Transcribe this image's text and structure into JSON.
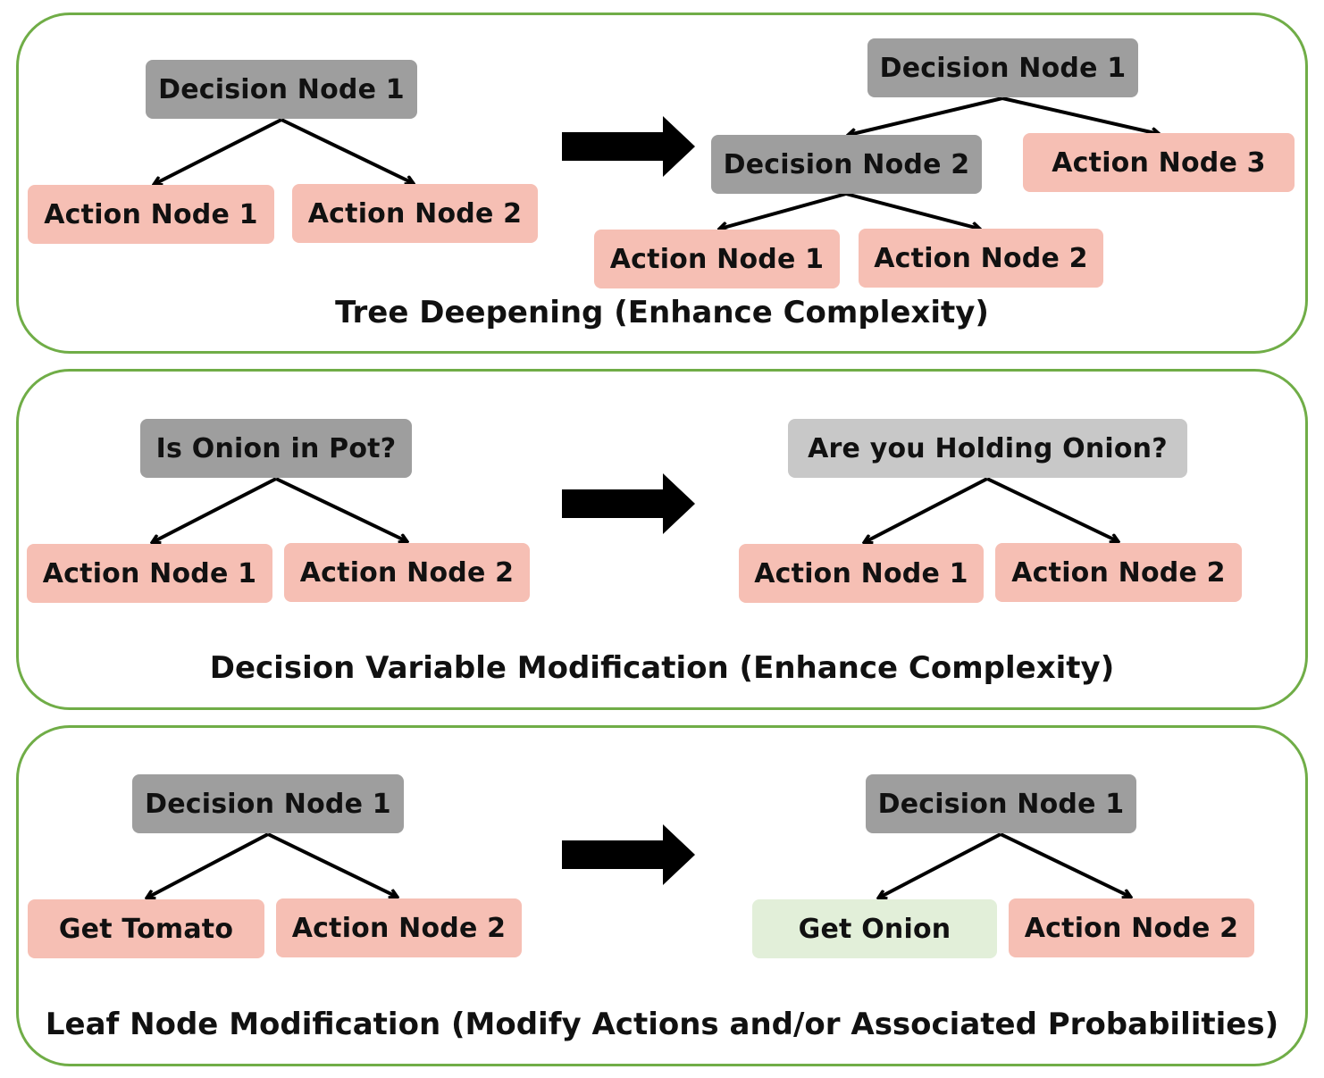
{
  "panels": [
    {
      "caption": "Tree Deepening (Enhance Complexity)",
      "before": {
        "decision": "Decision Node 1",
        "left": "Action Node 1",
        "right": "Action Node 2"
      },
      "after": {
        "decision_top": "Decision Node 1",
        "decision_sub": "Decision Node 2",
        "right": "Action Node 3",
        "sub_left": "Action Node 1",
        "sub_right": "Action Node 2"
      }
    },
    {
      "caption": "Decision Variable Modification (Enhance Complexity)",
      "before": {
        "decision": "Is Onion in Pot?",
        "left": "Action Node 1",
        "right": "Action Node 2"
      },
      "after": {
        "decision": "Are you Holding Onion?",
        "left": "Action Node 1",
        "right": "Action Node 2"
      }
    },
    {
      "caption": "Leaf Node Modification (Modify Actions and/or Associated Probabilities)",
      "before": {
        "decision": "Decision Node 1",
        "left": "Get Tomato",
        "right": "Action Node 2"
      },
      "after": {
        "decision": "Decision Node 1",
        "left": "Get Onion",
        "right": "Action Node 2"
      }
    }
  ],
  "colors": {
    "panel_border": "#70ad47",
    "decision_node": "#9e9e9e",
    "decision_node_modified": "#c8c8c8",
    "action_node": "#f6bfb4",
    "action_node_modified": "#e2efd9",
    "arrow": "#000000"
  },
  "icons": {
    "transform_arrow": "right-block-arrow-icon"
  }
}
